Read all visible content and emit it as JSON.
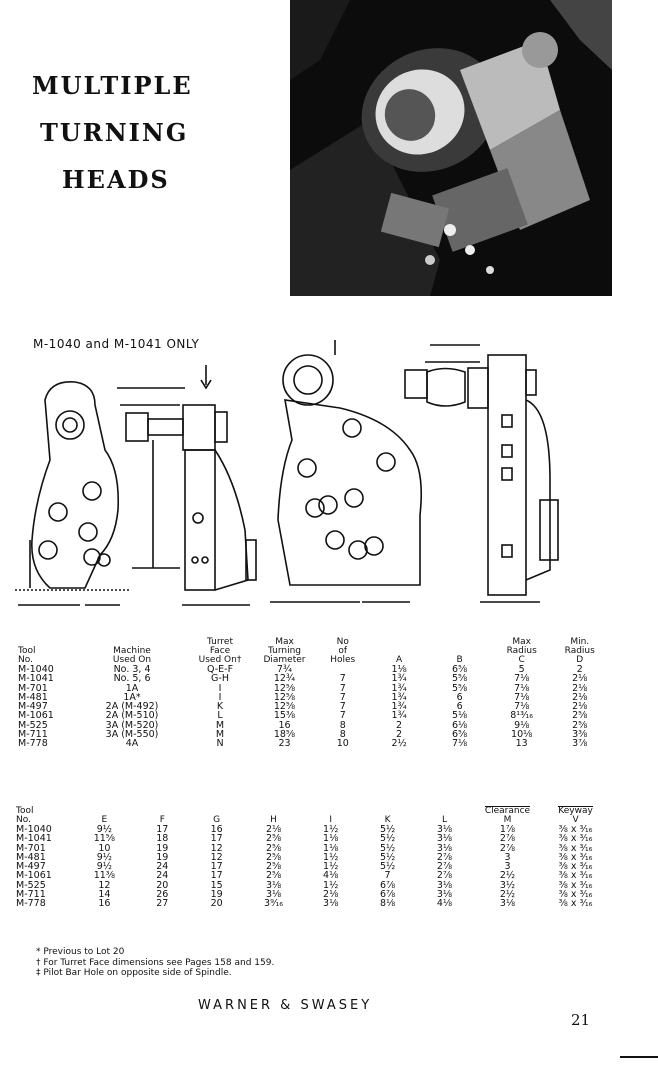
{
  "title": {
    "line1": "MULTIPLE",
    "line2": "TURNING",
    "line3": "HEADS"
  },
  "drawing_caption": "M-1040 and M-1041 ONLY",
  "table1": {
    "headers": [
      "Tool\nNo.",
      "Machine\nUsed On",
      "Turret\nFace\nUsed On†",
      "Max\nTurning\nDiameter",
      "No\nof\nHoles",
      "A",
      "B",
      "Max\nRadius\nC",
      "Min.\nRadius\nD"
    ],
    "rows": [
      [
        "M-1040",
        "No. 3, 4",
        "Q-E-F",
        "7¾",
        "",
        "1⅛",
        "6⅝",
        "5",
        "2"
      ],
      [
        "M-1041",
        "No. 5, 6",
        "G-H",
        "12¾",
        "7",
        "1¾",
        "5⅝",
        "7⅛",
        "2⅛"
      ],
      [
        "M-701",
        "1A",
        "I",
        "12⅝",
        "7",
        "1¾",
        "5⅝",
        "7⅛",
        "2⅛"
      ],
      [
        "M-481",
        "1A*",
        "I",
        "12⅝",
        "7",
        "1¾",
        "6",
        "7⅛",
        "2⅛"
      ],
      [
        "M-497",
        "2A (M-492)",
        "K",
        "12⅝",
        "7",
        "1¾",
        "6",
        "7⅛",
        "2⅛"
      ],
      [
        "M-1061",
        "2A (M-510)",
        "L",
        "15⅜",
        "7",
        "1¾",
        "5⅛",
        "8¹³⁄₁₆",
        "2⅝"
      ],
      [
        "M-525",
        "3A (M-520)",
        "M",
        "16",
        "8",
        "2",
        "6⅛",
        "9⅛",
        "2⅝"
      ],
      [
        "M-711",
        "3A (M-550)",
        "M",
        "18⅝",
        "8",
        "2",
        "6⅝",
        "10⅛",
        "3⅜"
      ],
      [
        "M-778",
        "4A",
        "N",
        "23",
        "10",
        "2½",
        "7⅛",
        "13",
        "3⅞"
      ]
    ]
  },
  "table2": {
    "headers": [
      "Tool\nNo.",
      "E",
      "F",
      "G",
      "H",
      "I",
      "K",
      "L",
      "Clearance\nM",
      "Keyway\nV"
    ],
    "rows": [
      [
        "M-1040",
        "9½",
        "17",
        "16",
        "2⅛",
        "1½",
        "5½",
        "3⅛",
        "1⅞",
        "⅜ x ³⁄₁₆"
      ],
      [
        "M-1041",
        "11⅝",
        "18",
        "17",
        "2⅝",
        "1⅛",
        "5½",
        "3⅛",
        "2⅞",
        "⅜ x ³⁄₁₆"
      ],
      [
        "M-701",
        "10",
        "19",
        "12",
        "2⅝",
        "1⅛",
        "5½",
        "3⅛",
        "2⅞",
        "⅜ x ³⁄₁₆"
      ],
      [
        "M-481",
        "9½",
        "19",
        "12",
        "2⅝",
        "1½",
        "5½",
        "2⅞",
        "3",
        "⅜ x ³⁄₁₆"
      ],
      [
        "M-497",
        "9½",
        "24",
        "17",
        "2⅝",
        "1½",
        "5½",
        "2⅞",
        "3",
        "⅜ x ³⁄₁₆"
      ],
      [
        "M-1061",
        "11⅜",
        "24",
        "17",
        "2⅝",
        "4⅛",
        "7",
        "2⅞",
        "2½",
        "⅜ x ³⁄₁₆"
      ],
      [
        "M-525",
        "12",
        "20",
        "15",
        "3⅛",
        "1½",
        "6⅞",
        "3⅛",
        "3½",
        "⅜ x ³⁄₁₆"
      ],
      [
        "M-711",
        "14",
        "26",
        "19",
        "3⅛",
        "2⅛",
        "6⅞",
        "3⅛",
        "2½",
        "⅜ x ³⁄₁₆"
      ],
      [
        "M-778",
        "16",
        "27",
        "20",
        "3⁹⁄₁₆",
        "3⅛",
        "8⅛",
        "4⅛",
        "3⅛",
        "⅜ x ³⁄₁₆"
      ]
    ]
  },
  "notes": [
    "* Previous to Lot 20",
    "† For Turret Face dimensions see Pages 158 and 159.",
    "‡ Pilot Bar Hole on opposite side of Spindle."
  ],
  "footer": "WARNER & SWASEY",
  "page_number": "21"
}
